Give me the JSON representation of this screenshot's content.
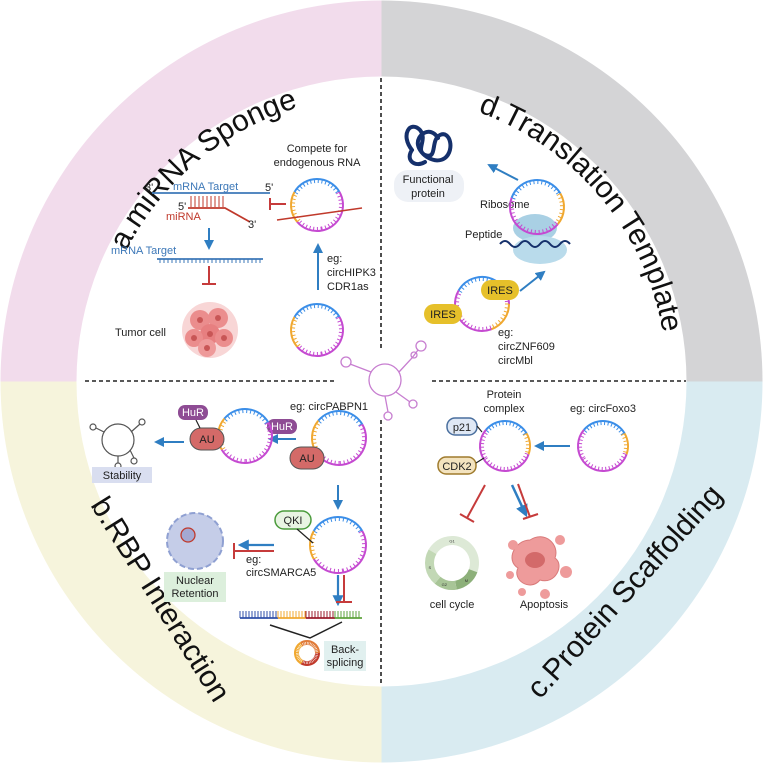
{
  "figure": {
    "center_glyph": "circRNA-secondary-structure-icon",
    "colors": {
      "ring_miRNA": "#f2dcec",
      "ring_translation": "#d4d4d6",
      "ring_rbp": "#f6f4dc",
      "ring_scaffold": "#d9ebf1",
      "activate_arrow": "#2f7ec2",
      "inhibit": "#c63b3b",
      "mrna_blue": "#3d78b8",
      "mirna_red": "#c0392b",
      "circ_blue": "#3b8ee8",
      "circ_magenta": "#c54ad1",
      "circ_orange": "#f0a830",
      "ires": "#e6c02a",
      "hur": "#8e4c94",
      "au": "#d46a68",
      "qki_border": "#4b9b3c",
      "p21_border": "#4a6f9e",
      "cdk2_border": "#9f7b2d",
      "protein_navy": "#15306b"
    }
  },
  "quadrants": {
    "a": {
      "title": "a.miRNA Sponge",
      "compete_label_line1": "Compete for",
      "compete_label_line2": "endogenous RNA",
      "mrna_target_label": "mRNA Target",
      "prime3_top": "3'",
      "prime5_top": "5'",
      "prime5_mirna": "5'",
      "prime3_mirna": "3'",
      "mirna_label": "miRNA",
      "mrna_target_label2": "mRNA Target",
      "tumor_cell_label": "Tumor cell",
      "eg_label": "eg:",
      "examples": [
        "circHIPK3",
        "CDR1as"
      ]
    },
    "d": {
      "title": "d.Translation Template",
      "functional_protein_line1": "Functional",
      "functional_protein_line2": "protein",
      "ribosome_label": "Ribosome",
      "peptide_label": "Peptide",
      "ires_label": "IRES",
      "eg_label": "eg:",
      "examples": [
        "circZNF609",
        "circMbl"
      ]
    },
    "b": {
      "title": "b.RBP Interaction",
      "example_top": "eg: circPABPN1",
      "hur_label": "HuR",
      "au_label": "AU",
      "stability_label": "Stability",
      "qki_label": "QKI",
      "eg_label": "eg:",
      "example_nuclear": "circSMARCA5",
      "nuclear_retention_line1": "Nuclear",
      "nuclear_retention_line2": "Retention",
      "backsplicing_line1": "Back-",
      "backsplicing_line2": "splicing"
    },
    "c": {
      "title": "c.Protein Scaffolding",
      "protein_complex_line1": "Protein",
      "protein_complex_line2": "complex",
      "example": "eg: circFoxo3",
      "p21_label": "p21",
      "cdk2_label": "CDK2",
      "cell_cycle_label": "cell cycle",
      "cell_cycle_phases": [
        "G1",
        "S",
        "G2",
        "M"
      ],
      "apoptosis_label": "Apoptosis"
    }
  }
}
